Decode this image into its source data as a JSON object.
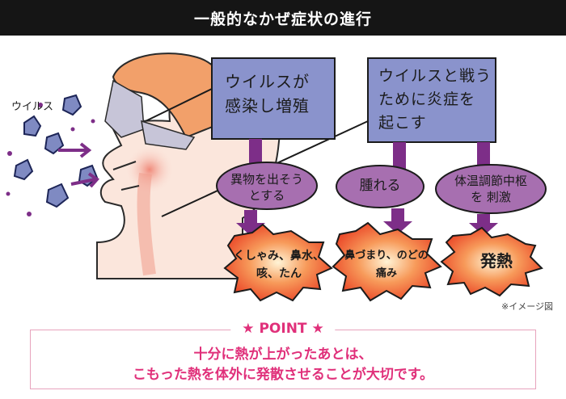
{
  "header": {
    "title": "一般的なかぜ症状の進行"
  },
  "virus_label": "ウイルス",
  "top_boxes": [
    {
      "line1": "ウイルスが",
      "line2": "感染し増殖"
    },
    {
      "line1": "ウイルスと戦う",
      "line2": "ために炎症を",
      "line3": "起こす"
    }
  ],
  "steps": [
    {
      "process": "異物を出そう",
      "process2": "とする",
      "symptom1": "くしゃみ、鼻水、",
      "symptom2": "咳、たん"
    },
    {
      "process": "腫れる",
      "process2": "",
      "symptom1": "鼻づまり、のどの",
      "symptom2": "痛み"
    },
    {
      "process": "体温調節中枢",
      "process2": "を 刺激",
      "symptom1": "発熱",
      "symptom2": ""
    }
  ],
  "note": "※イメージ図",
  "point": {
    "heading": "★ POINT ★",
    "line1": "十分に熱が上がったあとは、",
    "line2": "こもった熱を体外に発散させることが大切です。"
  },
  "colors": {
    "title_bg": "#151515",
    "box_fill": "#8a93cc",
    "pill_fill": "#a76fb0",
    "arrow_fill": "#7d2e88",
    "burst_fill": "#ee4a2b",
    "point_accent": "#e0307a"
  }
}
